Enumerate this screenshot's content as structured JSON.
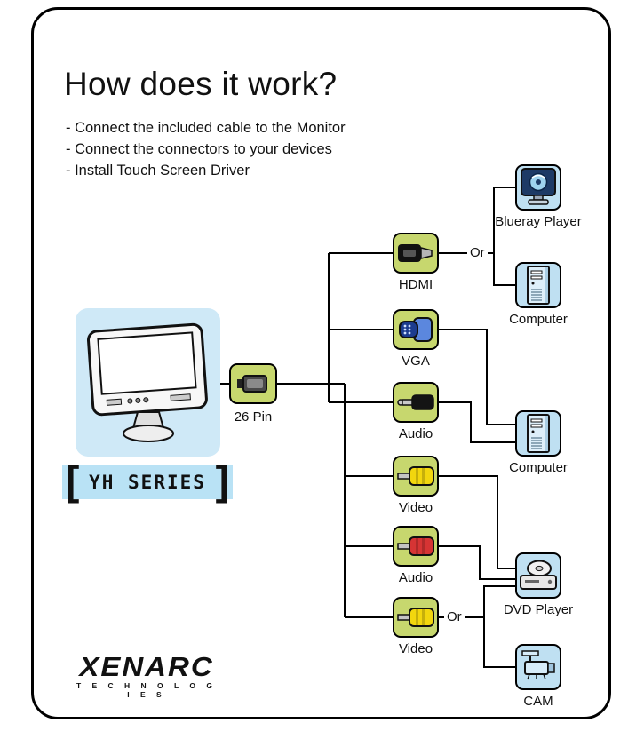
{
  "title": "How does it work?",
  "instructions": [
    "-  Connect the included cable to the Monitor",
    "-  Connect the connectors to your devices",
    "-  Install Touch Screen Driver"
  ],
  "monitor": {
    "icon": "monitor-icon",
    "series_label": "YH SERIES",
    "bracket_left": "[",
    "bracket_right": "]"
  },
  "hub": {
    "label": "26 Pin",
    "icon": "26pin-connector-icon"
  },
  "connectors": [
    {
      "label": "HDMI",
      "icon": "hdmi-connector-icon"
    },
    {
      "label": "VGA",
      "icon": "vga-connector-icon"
    },
    {
      "label": "Audio",
      "icon": "audio-jack-icon"
    },
    {
      "label": "Video",
      "icon": "rca-yellow-icon"
    },
    {
      "label": "Audio",
      "icon": "rca-red-icon"
    },
    {
      "label": "Video",
      "icon": "rca-yellow-icon"
    }
  ],
  "devices": [
    {
      "label": "Blueray Player",
      "icon": "blueray-player-icon"
    },
    {
      "label": "Computer",
      "icon": "computer-icon"
    },
    {
      "label": "Computer",
      "icon": "computer-icon"
    },
    {
      "label": "DVD Player",
      "icon": "dvd-player-icon"
    },
    {
      "label": "CAM",
      "icon": "cctv-camera-icon"
    }
  ],
  "or_labels": [
    "Or",
    "Or"
  ],
  "brand": {
    "name": "XENARC",
    "tagline": "T E C H N O L O G I E S"
  },
  "colors": {
    "connector_fill": "#c7d76e",
    "device_fill": "#bfe0f2",
    "panel_fill": "#cfe9f7",
    "series_band": "#b9e2f5",
    "line": "#000000"
  }
}
